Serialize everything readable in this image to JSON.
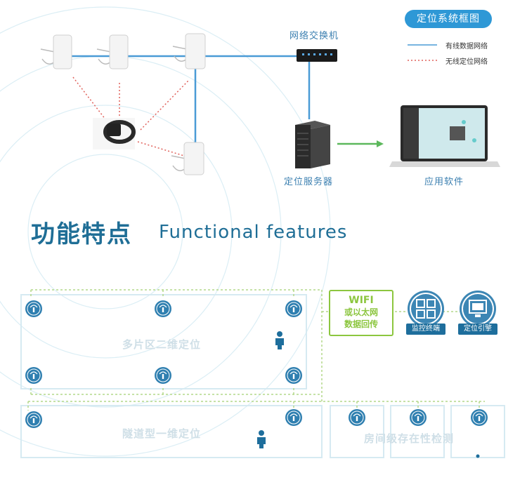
{
  "legend": {
    "title": "定位系统框图",
    "wired_label": "有线数据网络",
    "wireless_label": "无线定位网络",
    "wired_color": "#4a9bd6",
    "wireless_color": "#e0605a"
  },
  "network": {
    "switch_label": "网络交换机",
    "server_label": "定位服务器",
    "app_label": "应用软件"
  },
  "section": {
    "title_cn": "功能特点",
    "title_en": "Functional features"
  },
  "features": {
    "transfer_line1": "WIFI",
    "transfer_line2": "或以太网",
    "transfer_line3": "数据回传",
    "monitor_label": "监控终端",
    "engine_label": "定位引擎",
    "zone_2d": "多片区二维定位",
    "zone_1d": "隧道型一维定位",
    "zone_room": "房间级存在性检测"
  },
  "icons": {
    "ap": "wireless-access-point-icon",
    "tag": "wristband-tag-icon",
    "switch": "network-switch-icon",
    "server": "server-tower-icon",
    "laptop": "laptop-icon",
    "anchor": "anchor-beacon-icon",
    "person": "person-icon",
    "monitor": "monitor-terminal-icon",
    "engine": "positioning-engine-icon"
  }
}
